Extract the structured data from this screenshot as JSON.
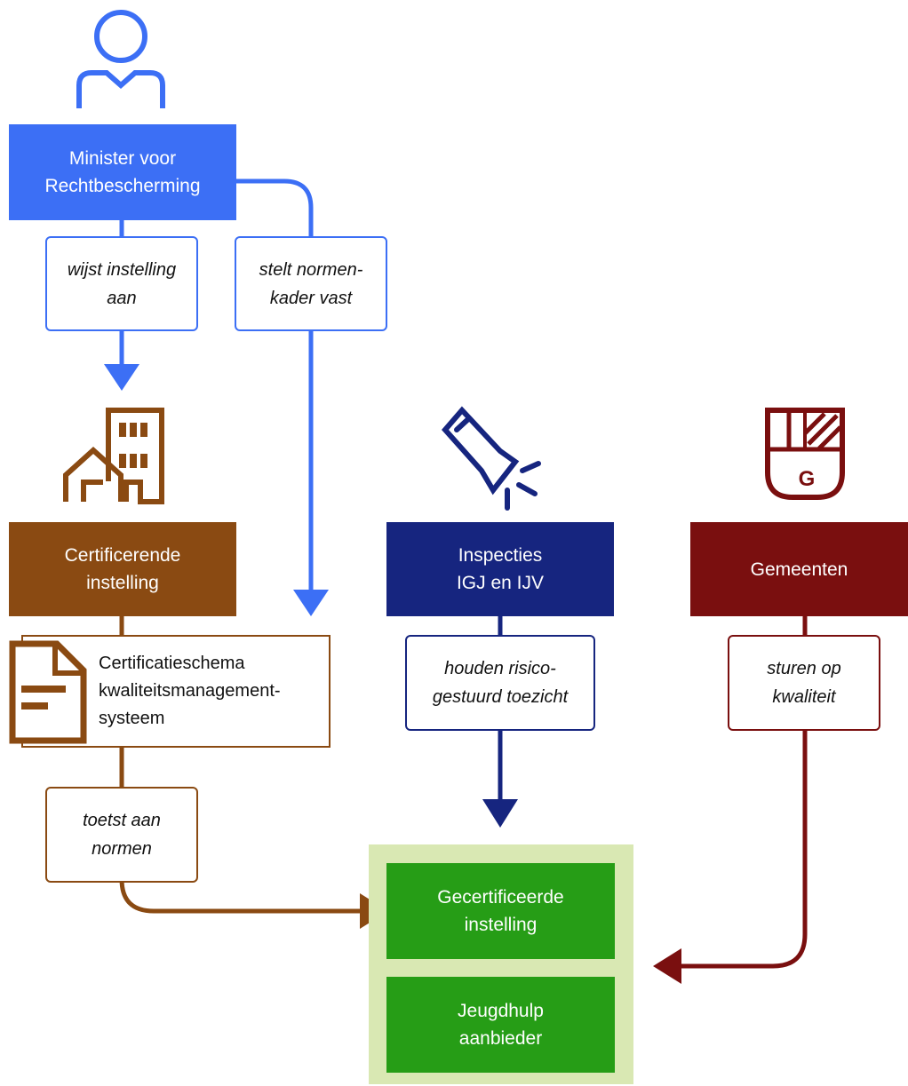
{
  "nodes": {
    "minister": "Minister voor\nRechtbescherming",
    "certificerende": "Certificerende\ninstelling",
    "inspecties": "Inspecties\nIGJ en IJV",
    "gemeenten": "Gemeenten",
    "gecertificeerde": "Gecertificeerde\ninstelling",
    "jeugdhulp": "Jeugdhulp\naanbieder"
  },
  "labels": {
    "wijst": "wijst instelling\naan",
    "stelt": "stelt normen-\nkader vast",
    "toetst": "toetst aan\nnormen",
    "houden": "houden risico-\ngestuurd toezicht",
    "sturen": "sturen op\nkwaliteit"
  },
  "document": {
    "text": "Certificatieschema\nkwaliteitsmanagement-\nsysteem"
  },
  "icons": {
    "gemeente_letter": "G"
  },
  "colors": {
    "blue": "#3c6ff5",
    "brown": "#8a4a12",
    "navy": "#16257f",
    "darkred": "#7a0f0f",
    "green": "#269d16",
    "lightgreen": "#d9e8b3"
  }
}
